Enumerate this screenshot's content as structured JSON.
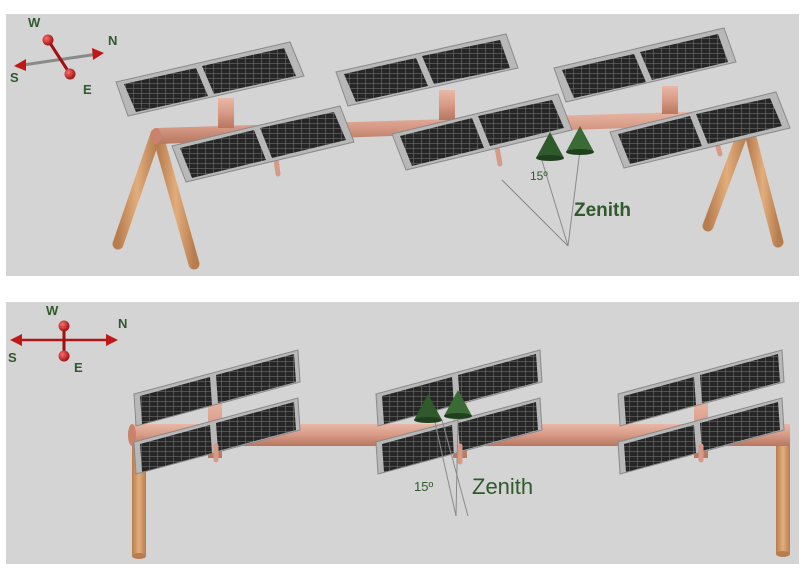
{
  "figure": {
    "top_view": {
      "compass": {
        "north": "N",
        "south": "S",
        "east": "E",
        "west": "W"
      },
      "angle_label": "15º",
      "zenith_label": "Zenith"
    },
    "bottom_view": {
      "compass": {
        "north": "N",
        "south": "S",
        "east": "E",
        "west": "W"
      },
      "angle_label": "15º",
      "zenith_label": "Zenith"
    }
  },
  "colors": {
    "background": "#d4d4d4",
    "frame": "#b5b5b5",
    "cell": "#262626",
    "tube": "#d79a86",
    "leg": "#d9a070",
    "cone": "#2f5a2c",
    "compass": "#b01818",
    "label": "#2f5a2c"
  }
}
